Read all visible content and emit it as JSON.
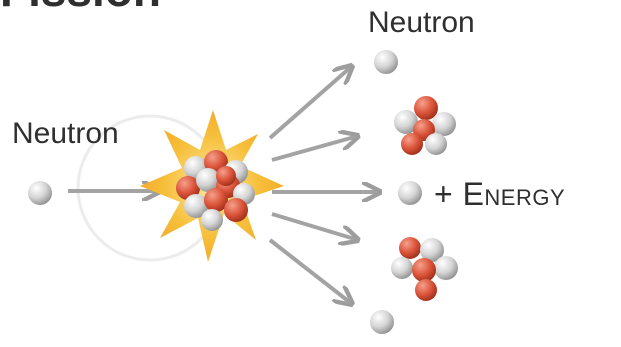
{
  "title_partial": "Fission",
  "labels": {
    "incoming": "Neutron",
    "outgoing": "Neutron",
    "energy": "+ Energy"
  },
  "colors": {
    "proton": "#d9533b",
    "neutron": "#c9c9c9",
    "arrow": "#9d9d9d",
    "flash": "#f6b733"
  }
}
